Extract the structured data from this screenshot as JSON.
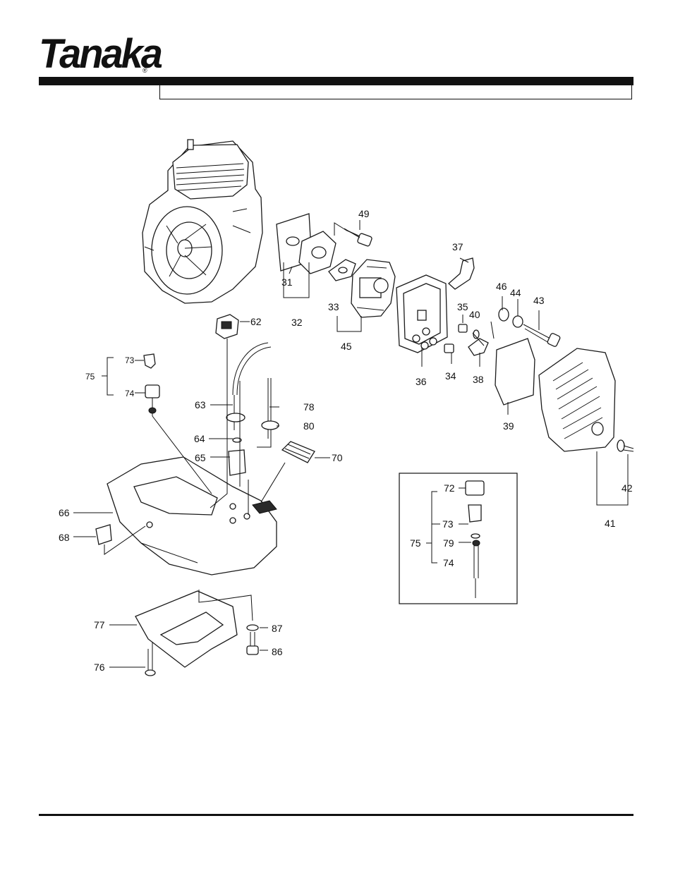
{
  "brand": {
    "logo_text": "Tanaka",
    "registered_mark": "®"
  },
  "title_box": {
    "text": ""
  },
  "part_labels": [
    {
      "id": "62",
      "text": "62"
    },
    {
      "id": "49",
      "text": "49"
    },
    {
      "id": "37",
      "text": "37"
    },
    {
      "id": "31",
      "text": "31"
    },
    {
      "id": "32",
      "text": "32"
    },
    {
      "id": "33",
      "text": "33"
    },
    {
      "id": "45",
      "text": "45"
    },
    {
      "id": "36",
      "text": "36"
    },
    {
      "id": "35",
      "text": "35"
    },
    {
      "id": "40",
      "text": "40"
    },
    {
      "id": "46",
      "text": "46"
    },
    {
      "id": "44",
      "text": "44"
    },
    {
      "id": "43",
      "text": "43"
    },
    {
      "id": "34",
      "text": "34"
    },
    {
      "id": "38",
      "text": "38"
    },
    {
      "id": "39",
      "text": "39"
    },
    {
      "id": "42",
      "text": "42"
    },
    {
      "id": "41",
      "text": "41"
    },
    {
      "id": "73a",
      "text": "73"
    },
    {
      "id": "75a",
      "text": "75"
    },
    {
      "id": "74a",
      "text": "74"
    },
    {
      "id": "63",
      "text": "63"
    },
    {
      "id": "78",
      "text": "78"
    },
    {
      "id": "80",
      "text": "80"
    },
    {
      "id": "64",
      "text": "64"
    },
    {
      "id": "65",
      "text": "65"
    },
    {
      "id": "70",
      "text": "70"
    },
    {
      "id": "66",
      "text": "66"
    },
    {
      "id": "68",
      "text": "68"
    },
    {
      "id": "77",
      "text": "77"
    },
    {
      "id": "87",
      "text": "87"
    },
    {
      "id": "86",
      "text": "86"
    },
    {
      "id": "76",
      "text": "76"
    },
    {
      "id": "72",
      "text": "72"
    },
    {
      "id": "73b",
      "text": "73"
    },
    {
      "id": "75b",
      "text": "75"
    },
    {
      "id": "79",
      "text": "79"
    },
    {
      "id": "74b",
      "text": "74"
    }
  ],
  "icons": {
    "engine": "engine-illustration",
    "fuel_tank": "fuel-tank-illustration",
    "carburetor": "carburetor-illustration",
    "air_cleaner": "air-cleaner-case-illustration",
    "cover": "air-cleaner-cover-illustration"
  },
  "colors": {
    "ink": "#111111",
    "paper": "#ffffff"
  }
}
